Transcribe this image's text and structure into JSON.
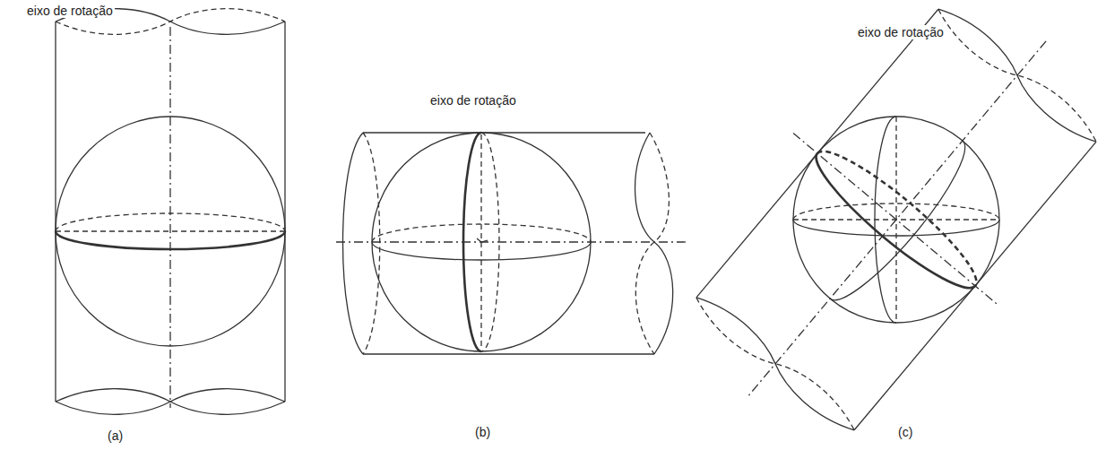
{
  "diagram": {
    "labels": [
      "eixo de rotação",
      "eixo de rotação",
      "eixo de rotação",
      "(a)",
      "(b)",
      "(c)"
    ]
  }
}
